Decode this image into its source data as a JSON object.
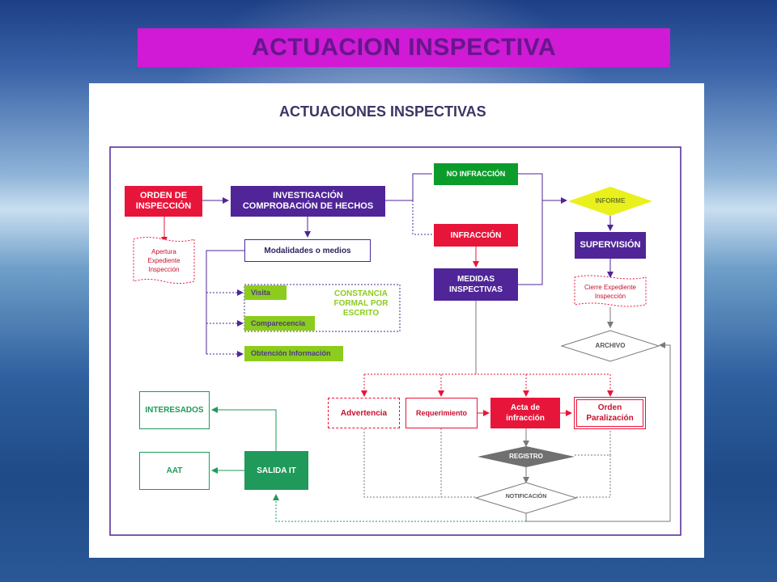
{
  "banner": {
    "title": "ACTUACION INSPECTIVA"
  },
  "diagram": {
    "title": "ACTUACIONES INSPECTIVAS",
    "nodes": {
      "orden_inspeccion": "ORDEN DE\nINSPECCIÓN",
      "apertura_expediente": "Apertura\nExpediente\nInspección",
      "investigacion": "INVESTIGACIÓN\nCOMPROBACIÓN DE HECHOS",
      "modalidades": "Modalidades o medios",
      "visita": "Visita",
      "comparecencia": "Comparecencia",
      "obtencion": "Obtención Información",
      "constancia": "CONSTANCIA\nFORMAL POR\nESCRITO",
      "no_infraccion": "NO INFRACCIÓN",
      "infraccion": "INFRACCIÓN",
      "medidas": "MEDIDAS\nINSPECTIVAS",
      "informe": "INFORME",
      "supervision": "SUPERVISIÓN",
      "cierre_expediente": "Cierre Expediente\nInspección",
      "archivo": "ARCHIVO",
      "advertencia": "Advertencia",
      "requerimiento": "Requerimiento",
      "acta_infraccion": "Acta de\ninfracción",
      "orden_paralizacion": "Orden\nParalización",
      "registro": "REGISTRO",
      "notificacion": "NOTIFICACIÓN",
      "interesados": "INTERESADOS",
      "aat": "AAT",
      "salida_it": "SALIDA  IT"
    },
    "colors": {
      "red": "#e8153a",
      "purple": "#4f2597",
      "green": "#0c9c2c",
      "lime": "#8ccc1c",
      "yellow": "#eaf01c",
      "teal": "#1f9a5a",
      "gray": "#7a7a7a",
      "banner": "#d11ad6"
    }
  }
}
